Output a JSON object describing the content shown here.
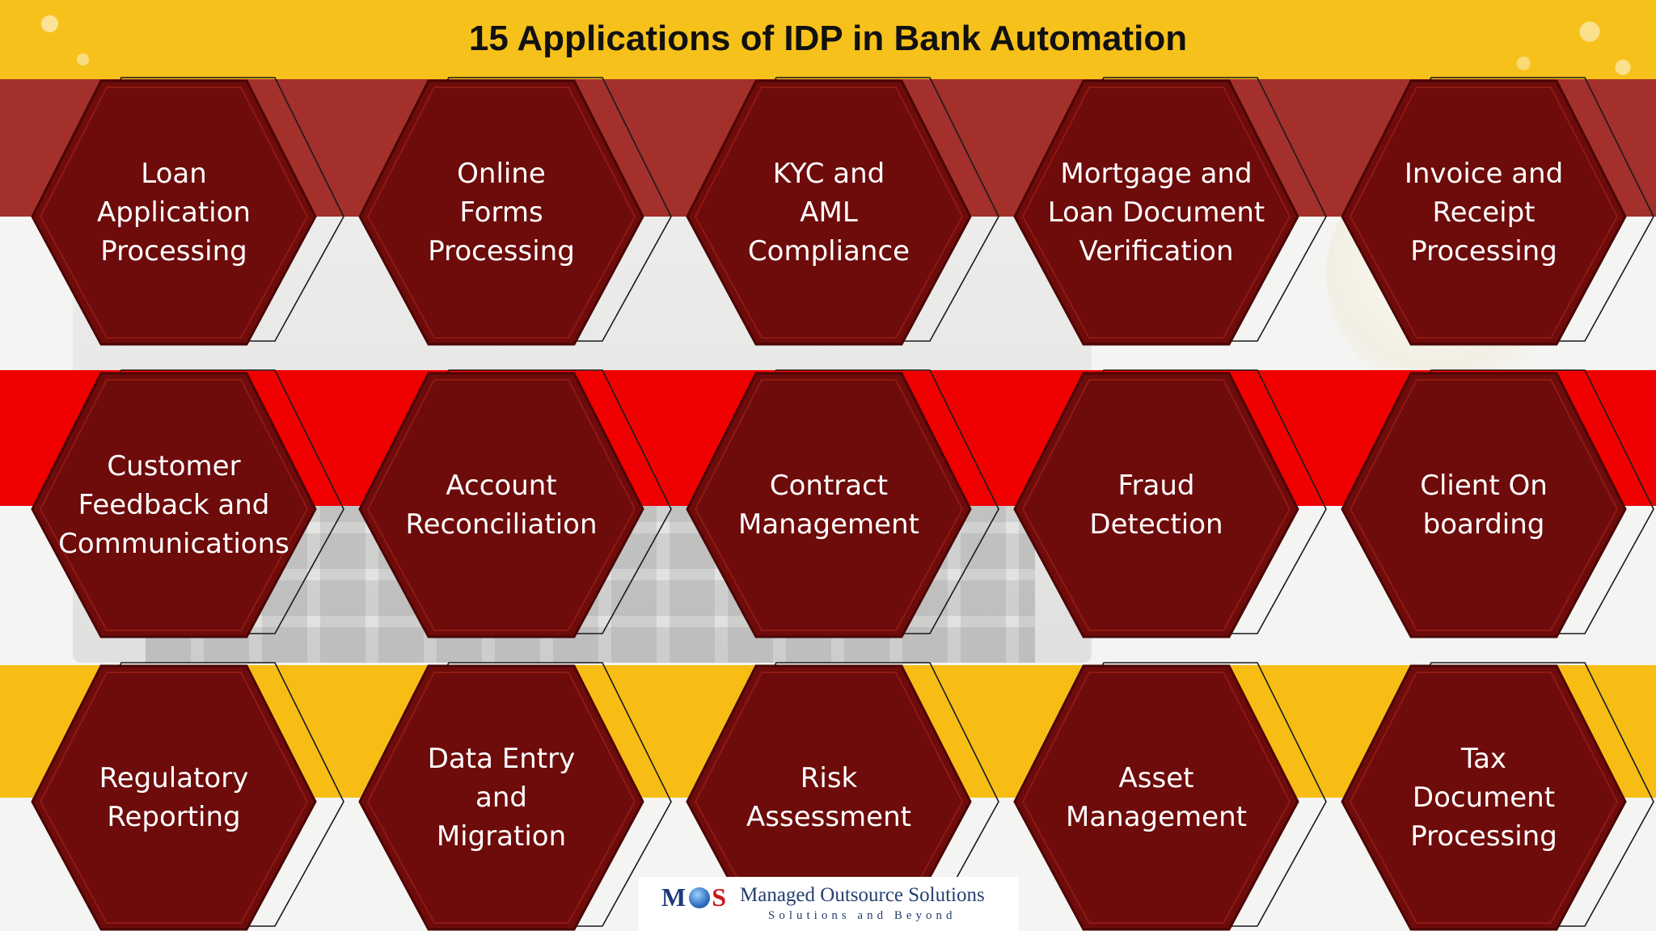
{
  "title": "15 Applications of IDP in Bank Automation",
  "colors": {
    "title_bar": "#f7c11c",
    "band_row1": "#a3302a",
    "band_row2": "#f00000",
    "band_row3": "#f8bd14",
    "hexagon_fill": "#6e0b0b",
    "hexagon_text": "#ffffff"
  },
  "rows": [
    {
      "items": [
        {
          "label": "Loan\nApplication\nProcessing"
        },
        {
          "label": "Online\nForms\nProcessing"
        },
        {
          "label": "KYC and\nAML\nCompliance"
        },
        {
          "label": "Mortgage and\nLoan Document\nVerification"
        },
        {
          "label": "Invoice and\nReceipt\nProcessing"
        }
      ]
    },
    {
      "items": [
        {
          "label": "Customer\nFeedback and\nCommunications"
        },
        {
          "label": "Account\nReconciliation"
        },
        {
          "label": "Contract\nManagement"
        },
        {
          "label": "Fraud\nDetection"
        },
        {
          "label": "Client On\nboarding"
        }
      ]
    },
    {
      "items": [
        {
          "label": "Regulatory\nReporting"
        },
        {
          "label": "Data Entry\nand\nMigration"
        },
        {
          "label": "Risk\nAssessment"
        },
        {
          "label": "Asset\nManagement"
        },
        {
          "label": "Tax\nDocument\nProcessing"
        }
      ]
    }
  ],
  "logo": {
    "mark_left": "M",
    "mark_right": "S",
    "name": "Managed Outsource Solutions",
    "tagline": "Solutions and Beyond"
  }
}
